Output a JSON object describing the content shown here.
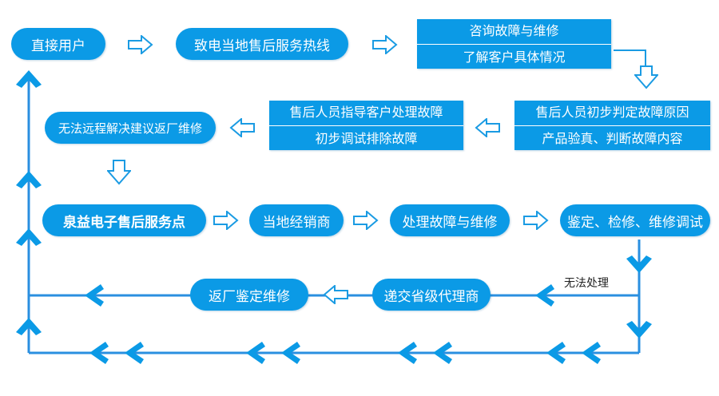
{
  "flow": {
    "direct_user": "直接用户",
    "call_local_service": "致电当地售后服务热线",
    "consult": {
      "line1": "咨询故障与维修",
      "line2": "了解客户具体情况"
    },
    "initial_judgment": {
      "line1": "售后人员初步判定故障原因",
      "line2": "产品验真、判断故障内容"
    },
    "remote_guidance": {
      "line1": "售后人员指导客户处理故障",
      "line2": "初步调试排除故障"
    },
    "cannot_remote": "无法远程解决建议返厂维修",
    "service_point": "泉益电子售后服务点",
    "local_dealer": "当地经销商",
    "handle_fault": "处理故障与维修",
    "inspect_repair": "鉴定、检修、维修调试",
    "cannot_handle": "无法处理",
    "provincial_agent": "递交省级代理商",
    "return_factory": "返厂鉴定维修"
  },
  "colors": {
    "node_fill": "#0b9ae6",
    "arrow_fill": "#ffffff",
    "arrow_stroke": "#1a9be3",
    "chevron": "#0b9ae6",
    "line": "#2a8fe0"
  }
}
